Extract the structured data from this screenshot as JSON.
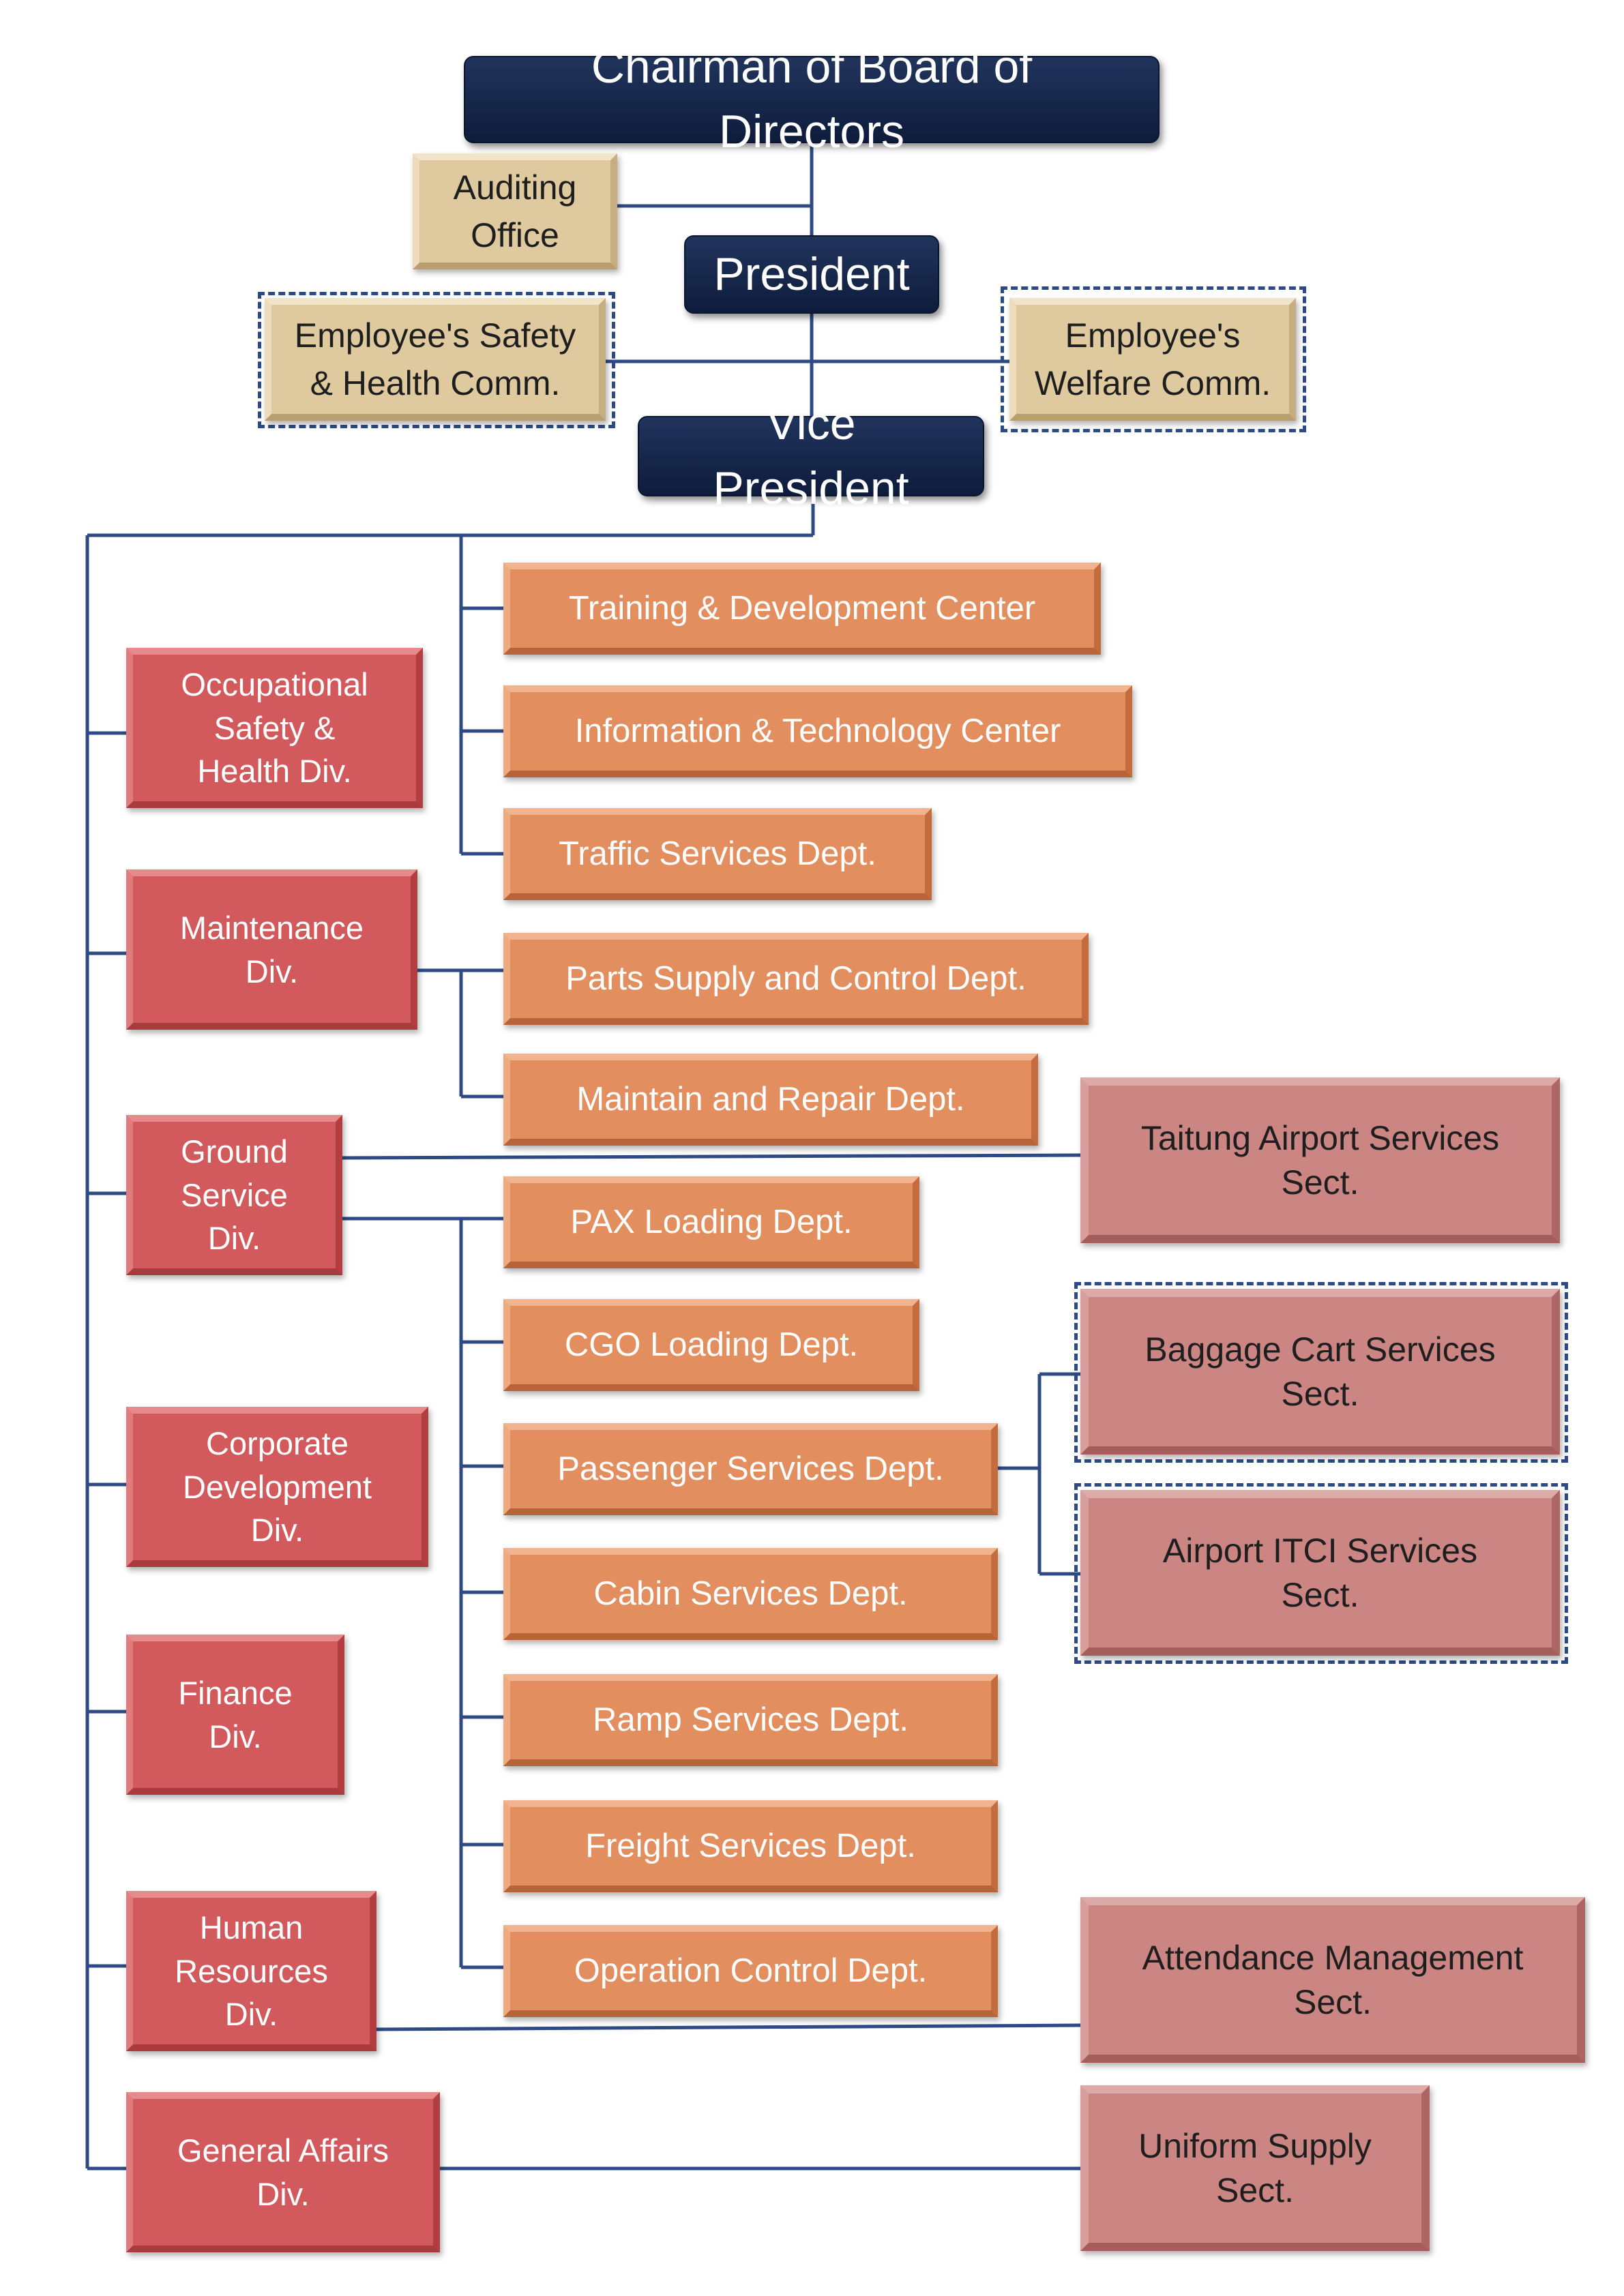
{
  "chart": {
    "top": {
      "chairman": "Chairman of Board of Directors",
      "auditing": "Auditing\nOffice",
      "president": "President",
      "safety_comm": "Employee's Safety\n& Health Comm.",
      "welfare_comm": "Employee's\nWelfare Comm.",
      "vice_president": "Vice President"
    },
    "centers": {
      "training": "Training & Development Center",
      "it": "Information & Technology Center",
      "traffic": "Traffic Services Dept."
    },
    "divisions": {
      "osh": "Occupational\nSafety &\nHealth Div.",
      "maintenance": "Maintenance\nDiv.",
      "ground": "Ground\nService\nDiv.",
      "corporate": "Corporate\nDevelopment\nDiv.",
      "finance": "Finance\nDiv.",
      "hr": "Human\nResources\nDiv.",
      "general": "General Affairs\nDiv."
    },
    "departments": {
      "parts": "Parts Supply and Control Dept.",
      "maintain": "Maintain and Repair Dept.",
      "pax": "PAX Loading Dept.",
      "cgo": "CGO Loading Dept.",
      "passenger": "Passenger Services Dept.",
      "cabin": "Cabin Services Dept.",
      "ramp": "Ramp Services Dept.",
      "freight": "Freight Services Dept.",
      "operation": "Operation Control Dept."
    },
    "sections": {
      "taitung": "Taitung Airport Services\nSect.",
      "baggage": "Baggage Cart Services\nSect.",
      "itci": "Airport ITCI Services\nSect.",
      "attendance": "Attendance Management\nSect.",
      "uniform": "Uniform Supply\nSect."
    }
  },
  "colors": {
    "connector": "#2d4a86",
    "navy": "#13244a",
    "beige": "#dfcaa0",
    "orange": "#e38e5e",
    "red": "#d35a5c",
    "rose": "#cb8583"
  }
}
